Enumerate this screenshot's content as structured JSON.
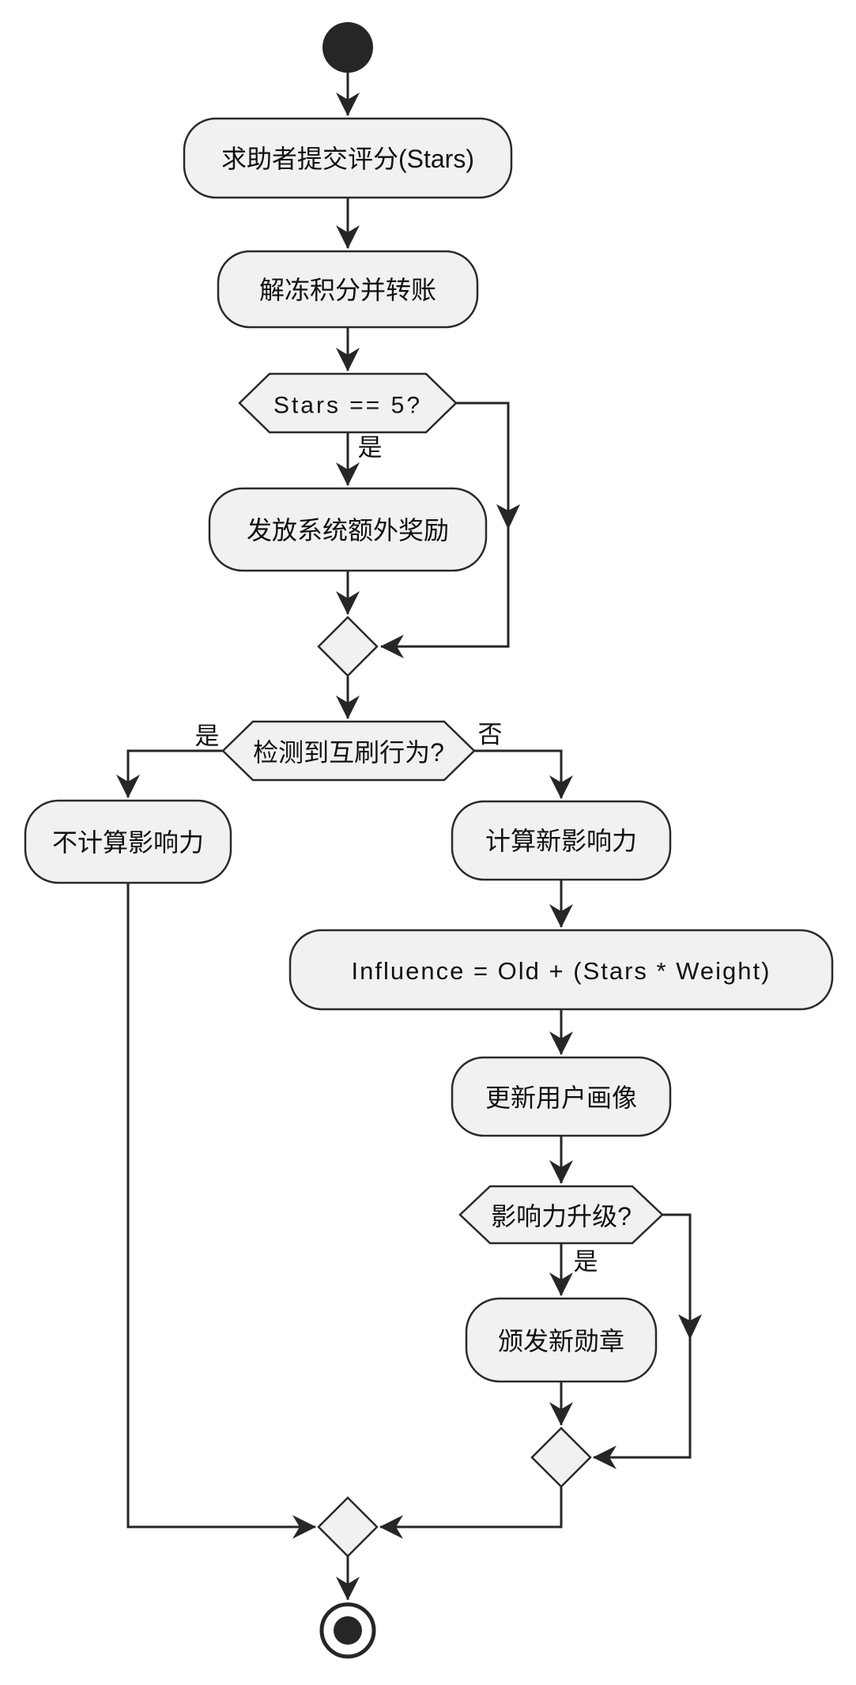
{
  "diagram": {
    "type": "activity-flowchart",
    "colors": {
      "node_fill": "#f1f1f1",
      "node_stroke": "#2a2a2a",
      "edge_color": "#262626",
      "text_color": "#111111",
      "terminal_fill": "#262626",
      "bg": "#ffffff"
    },
    "nodes": {
      "start": {
        "kind": "initial-node"
      },
      "submit_rating": {
        "label": "求助者提交评分(Stars)",
        "shape": "rounded-rect"
      },
      "unfreeze_transfer": {
        "label": "解冻积分并转账",
        "shape": "rounded-rect"
      },
      "stars_check": {
        "label": "Stars == 5?",
        "shape": "hexagon-decision"
      },
      "system_bonus": {
        "label": "发放系统额外奖励",
        "shape": "rounded-rect"
      },
      "merge_after_bonus": {
        "kind": "merge-diamond"
      },
      "fraud_check": {
        "label": "检测到互刷行为?",
        "shape": "hexagon-decision"
      },
      "skip_influence": {
        "label": "不计算影响力",
        "shape": "rounded-rect"
      },
      "calc_influence": {
        "label": "计算新影响力",
        "shape": "rounded-rect"
      },
      "influence_formula": {
        "label": "Influence = Old + (Stars * Weight)",
        "shape": "rounded-rect"
      },
      "update_profile": {
        "label": "更新用户画像",
        "shape": "rounded-rect"
      },
      "upgrade_check": {
        "label": "影响力升级?",
        "shape": "hexagon-decision"
      },
      "issue_badge": {
        "label": "颁发新勋章",
        "shape": "rounded-rect"
      },
      "merge_after_badge": {
        "kind": "merge-diamond"
      },
      "final_merge": {
        "kind": "merge-diamond"
      },
      "end": {
        "kind": "final-node"
      }
    },
    "edge_labels": {
      "stars_yes": "是",
      "fraud_yes": "是",
      "fraud_no": "否",
      "upgrade_yes": "是"
    }
  }
}
